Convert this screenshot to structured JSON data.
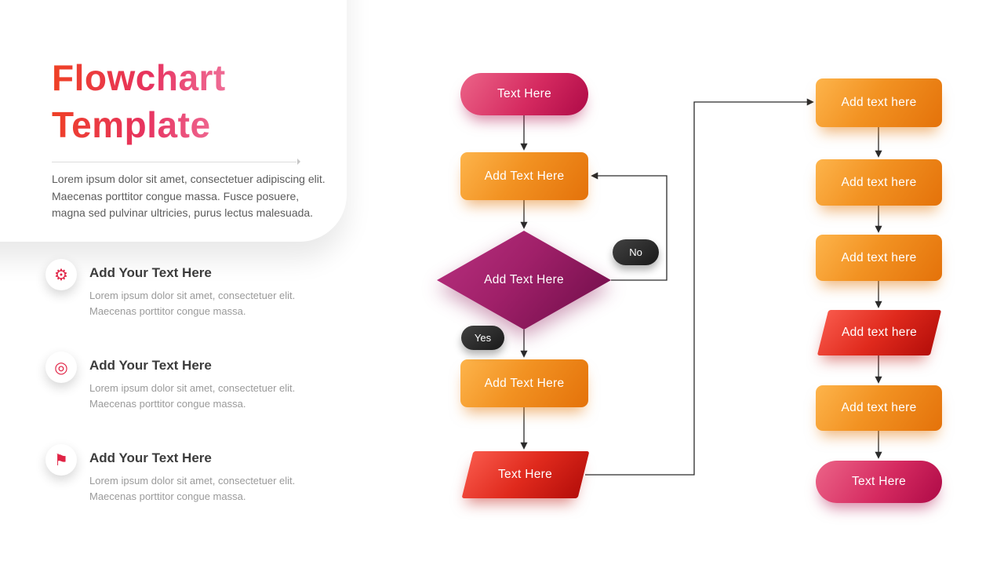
{
  "slide": {
    "title_line1": "Flowchart",
    "title_line2": "Template",
    "intro": "Lorem ipsum dolor sit amet, consectetuer adipiscing elit. Maecenas porttitor congue massa. Fusce posuere, magna sed pulvinar ultricies, purus lectus malesuada."
  },
  "features": [
    {
      "icon": "gear-icon",
      "glyph": "⚙",
      "title": "Add Your Text Here",
      "body": "Lorem ipsum dolor sit amet, consectetuer elit. Maecenas porttitor congue massa."
    },
    {
      "icon": "target-icon",
      "glyph": "◎",
      "title": "Add Your Text Here",
      "body": "Lorem ipsum dolor sit amet, consectetuer elit. Maecenas porttitor congue massa."
    },
    {
      "icon": "flag-icon",
      "glyph": "⚑",
      "title": "Add Your Text Here",
      "body": "Lorem ipsum dolor sit amet, consectetuer elit. Maecenas porttitor congue massa."
    }
  ],
  "flowchart": {
    "main": {
      "start": "Text Here",
      "process1": "Add Text Here",
      "decision": "Add Text Here",
      "no": "No",
      "yes": "Yes",
      "process2": "Add Text Here",
      "output": "Text Here"
    },
    "side": {
      "step1": "Add text here",
      "step2": "Add text here",
      "step3": "Add text here",
      "io": "Add text here",
      "step4": "Add text here",
      "end": "Text Here"
    }
  },
  "colors": {
    "title_gradient_start": "#ef4123",
    "title_gradient_end": "#f0719a",
    "orange_start": "#fdb44b",
    "orange_end": "#e4720a",
    "pink_start": "#ec6488",
    "pink_end": "#ae0a47",
    "magenta_start": "#b93180",
    "magenta_end": "#6c0c47",
    "red_start": "#f8584a",
    "red_end": "#b50e0a",
    "badge_dark": "#232323",
    "connector": "#2b2b2b"
  }
}
